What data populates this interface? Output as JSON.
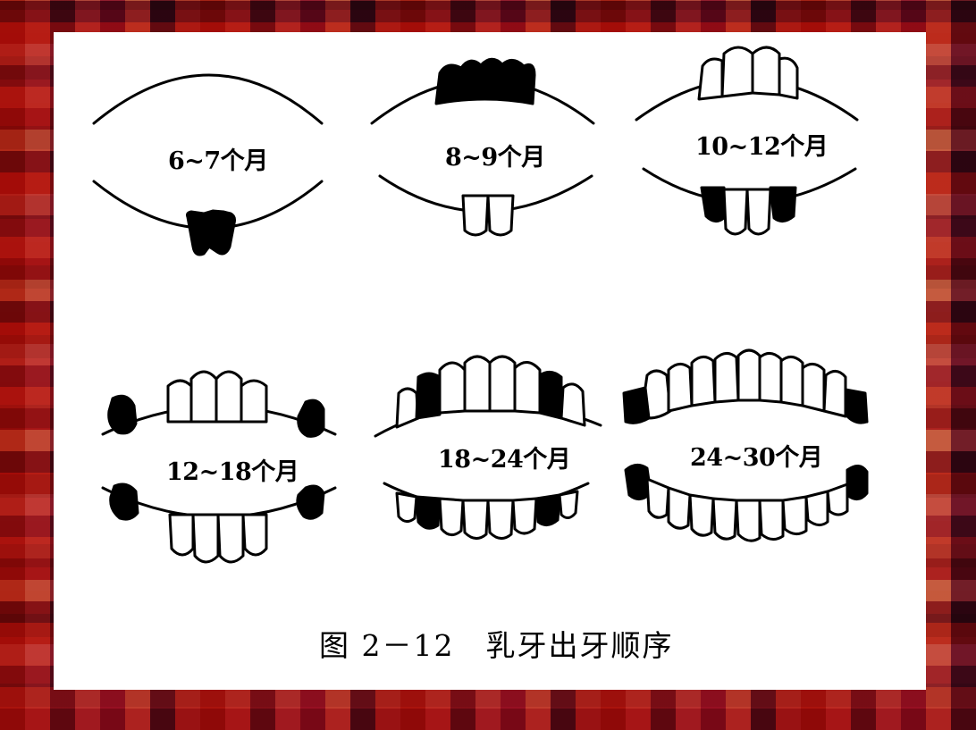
{
  "figure": {
    "caption": "图 2－12　乳牙出牙顺序",
    "stages": [
      {
        "label": "6~7个月"
      },
      {
        "label": "8~9个月"
      },
      {
        "label": "10~12个月"
      },
      {
        "label": "12~18个月"
      },
      {
        "label": "18~24个月"
      },
      {
        "label": "24~30个月"
      }
    ],
    "colors": {
      "new_tooth": "#000000",
      "existing_tooth": "#ffffff",
      "outline": "#000000"
    }
  }
}
